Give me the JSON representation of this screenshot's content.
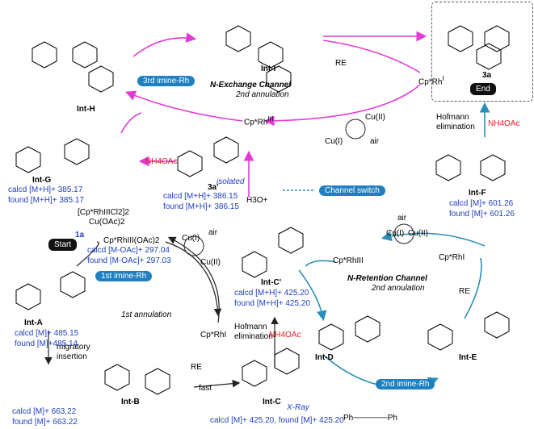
{
  "compounds": {
    "int_h": "Int-H",
    "int_i": "Int-I",
    "p3a": "3a",
    "int_g": "Int-G",
    "p3a_prime": "3a'",
    "int_f": "Int-F",
    "int_a": "Int-A",
    "int_c_prime": "Int-C'",
    "int_d": "Int-D",
    "int_e": "Int-E",
    "int_b": "Int-B",
    "int_c": "Int-C",
    "reagent_1a": "1a"
  },
  "channels": {
    "n_exchange": "N-Exchange Channel",
    "n_exchange_sub": "2nd annulation",
    "n_retention": "N-Retention Channel",
    "n_retention_sub": "2nd annulation",
    "first_annulation": "1st annulation"
  },
  "pills": {
    "third_imine": "3rd imine-Rh",
    "first_imine": "1st imine-Rh",
    "second_imine": "2nd imine-Rh",
    "channel_switch": "Channel switch"
  },
  "badges": {
    "start": "Start",
    "end": "End"
  },
  "labels": {
    "re_top": "RE",
    "cprh1_top": "Cp*Rh",
    "cprh1_top_sup": "I",
    "cprh3_top": "Cp*Rh",
    "cprh3_top_sup": "III",
    "cu1_top": "Cu(I)",
    "cu2_top": "Cu(II)",
    "air_top": "air",
    "hofmann_right": "Hofmann\nelimination",
    "nh4oac_right": "NH4OAc",
    "nh4oac_g": "NH4OAc",
    "isolated": "isolated",
    "h3o": "H3O+",
    "rh_dimer": "[Cp*RhIIICl2]2",
    "cu_oac": "Cu(OAc)2",
    "rh_oac": "Cp*RhIII(OAc)2",
    "air_left": "air",
    "cu1_left": "Cu(I)",
    "cu2_left": "Cu(II)",
    "air_mid": "air",
    "cu1_mid": "Cu(I)",
    "cu2_mid": "Cu(II)",
    "cprh3_mid": "Cp*RhIII",
    "cprh1_mid": "Cp*RhI",
    "cprh1_right": "Cp*RhI",
    "re_right": "RE",
    "migratory": "migratory\ninsertion",
    "re_bottom": "RE",
    "fast": "fast",
    "hofmann_mid": "Hofmann\nelimination",
    "nh4oac_mid": "NH4OAc",
    "xray": "X-Ray",
    "alkyne": "Ph──────Ph"
  },
  "mass_data": {
    "g_calcd": "calcd [M+H]+ 385.17",
    "g_found": "found [M+H]+ 385.17",
    "p3a_calcd": "calcd [M+H]+ 386.15",
    "p3a_found": "found [M+H]+ 386.15",
    "f_calcd": "calcd [M]+ 601.26",
    "f_found": "found [M]+ 601.26",
    "oac_calcd": "calcd [M-OAc]+ 297.04",
    "oac_found": "found [M-OAc]+ 297.03",
    "cp_calcd": "calcd [M+H]+ 425.20",
    "cp_found": "found [M+H]+ 425.20",
    "a_calcd": "calcd [M]+ 485.15",
    "a_found": "found [M]+485.14",
    "b_calcd": "calcd [M]+ 663.22",
    "b_found": "found [M]+ 663.22",
    "c_data": "calcd [M]+ 425.20, found [M]+ 425.20"
  },
  "colors": {
    "magenta": "#e23ad6",
    "teal": "#2a8fb8",
    "blue_text": "#1f3fbf",
    "red_text": "#e0202a",
    "pill": "#1f7fc0"
  }
}
